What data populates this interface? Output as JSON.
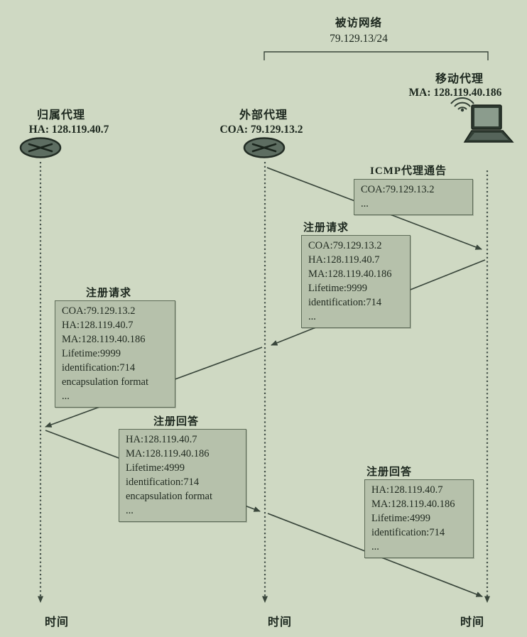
{
  "network": {
    "label": "被访网络",
    "prefix": "79.129.13/24"
  },
  "agents": {
    "home": {
      "label": "归属代理",
      "address": "HA: 128.119.40.7"
    },
    "foreign": {
      "label": "外部代理",
      "address": "COA: 79.129.13.2"
    },
    "mobile": {
      "label": "移动代理",
      "address": "MA: 128.119.40.186"
    }
  },
  "messages": [
    {
      "title": "ICMP代理通告",
      "lines": [
        "COA:79.129.13.2",
        "..."
      ]
    },
    {
      "title": "注册请求",
      "lines": [
        "COA:79.129.13.2",
        "HA:128.119.40.7",
        "MA:128.119.40.186",
        "Lifetime:9999",
        "identification:714",
        "..."
      ]
    },
    {
      "title": "注册请求",
      "lines": [
        "COA:79.129.13.2",
        "HA:128.119.40.7",
        "MA:128.119.40.186",
        "Lifetime:9999",
        "identification:714",
        "encapsulation format",
        "..."
      ]
    },
    {
      "title": "注册回答",
      "lines": [
        "HA:128.119.40.7",
        "MA:128.119.40.186",
        "Lifetime:4999",
        "identification:714",
        "encapsulation format",
        "..."
      ]
    },
    {
      "title": "注册回答",
      "lines": [
        "HA:128.119.40.7",
        "MA:128.119.40.186",
        "Lifetime:4999",
        "identification:714",
        "..."
      ]
    }
  ],
  "timeline": {
    "home": "时间",
    "foreign": "时间",
    "mobile": "时间"
  },
  "colors": {
    "background": "#cfd9c3",
    "box_fill": "#b6c1ab",
    "box_border": "#5d6b57",
    "line": "#39463b"
  }
}
